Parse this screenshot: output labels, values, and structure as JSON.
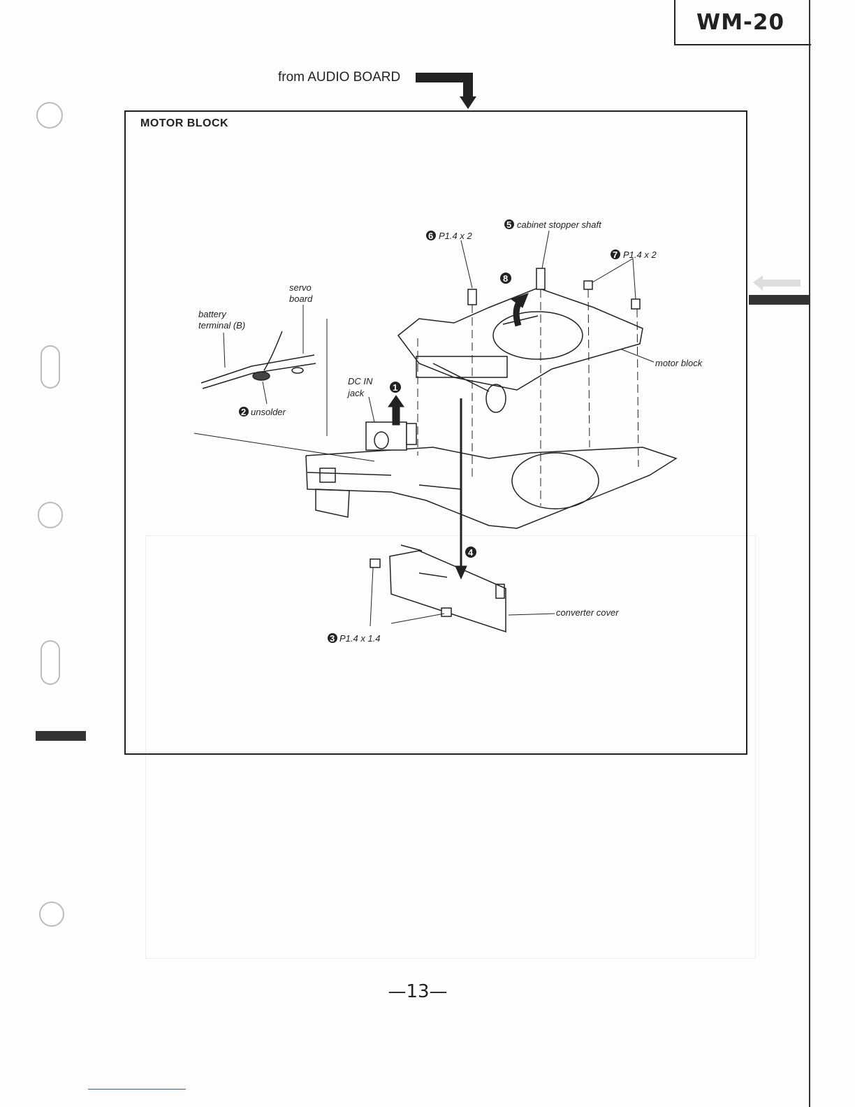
{
  "header": {
    "model": "WM-20"
  },
  "source_note": "from AUDIO BOARD",
  "section": {
    "title": "MOTOR BLOCK"
  },
  "callouts": {
    "step6": {
      "num": "6",
      "text": "P1.4 x 2"
    },
    "step5": {
      "num": "5",
      "text": "cabinet stopper shaft"
    },
    "step7": {
      "num": "7",
      "text": "P1.4 x 2"
    },
    "step8": {
      "num": "8"
    },
    "servo_board": [
      "servo",
      "board"
    ],
    "battery_terminal": [
      "battery",
      "terminal (B)"
    ],
    "motor_block": "motor block",
    "dc_in_jack": [
      "DC IN",
      "jack"
    ],
    "step1": {
      "num": "1"
    },
    "step2": {
      "num": "2",
      "text": "unsolder"
    },
    "step4": {
      "num": "4"
    },
    "converter_cover": "converter cover",
    "step3": {
      "num": "3",
      "text": "P1.4 x 1.4"
    }
  },
  "footer": {
    "page_number": "—13—"
  }
}
